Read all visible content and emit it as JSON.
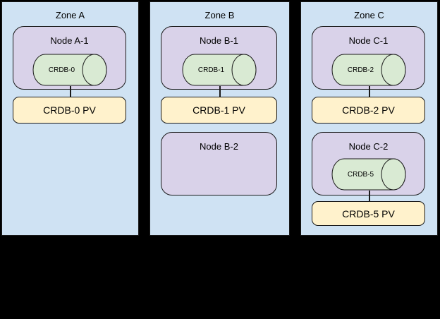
{
  "diagram": {
    "colors": {
      "canvas_bg": "#000000",
      "zone_fill": "#cfe2f3",
      "node_fill": "#d9d2e9",
      "db_fill": "#d9ead3",
      "pv_fill": "#fff2cc",
      "border": "#1a1a1a",
      "text": "#000000"
    },
    "zones": [
      {
        "label": "Zone A",
        "nodes": [
          {
            "label": "Node A-1",
            "db": "CRDB-0",
            "pv": "CRDB-0 PV"
          }
        ]
      },
      {
        "label": "Zone B",
        "nodes": [
          {
            "label": "Node B-1",
            "db": "CRDB-1",
            "pv": "CRDB-1 PV"
          },
          {
            "label": "Node B-2"
          }
        ]
      },
      {
        "label": "Zone C",
        "nodes": [
          {
            "label": "Node C-1",
            "db": "CRDB-2",
            "pv": "CRDB-2 PV"
          },
          {
            "label": "Node C-2",
            "db": "CRDB-5",
            "pv": "CRDB-5 PV"
          }
        ]
      }
    ]
  }
}
